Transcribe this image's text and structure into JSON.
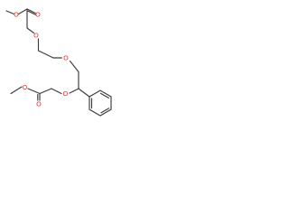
{
  "molecule": {
    "atoms": [
      {
        "label": "O",
        "color": "#e8292d"
      },
      {
        "label": "O",
        "color": "#e8292d"
      },
      {
        "label": "O",
        "color": "#e8292d"
      },
      {
        "label": "O",
        "color": "#e8292d"
      },
      {
        "label": "O",
        "color": "#e8292d"
      },
      {
        "label": "O",
        "color": "#e8292d"
      },
      {
        "label": "O",
        "color": "#e8292d"
      }
    ],
    "bond_color": "#3c3c3c",
    "background": "#ffffff"
  }
}
